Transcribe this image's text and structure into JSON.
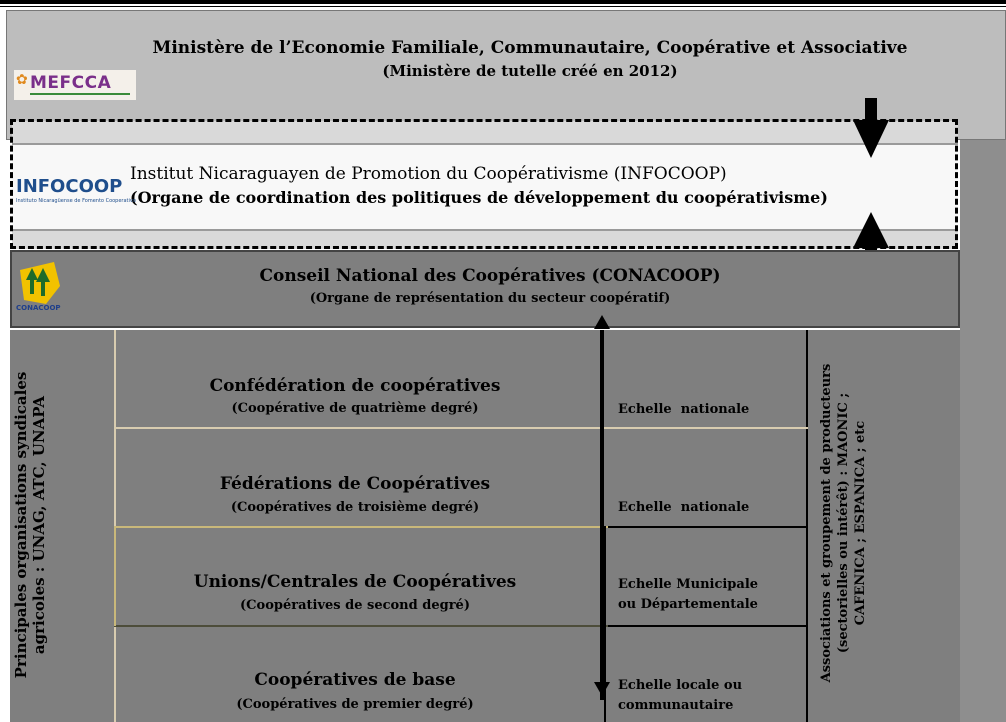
{
  "mefcca": {
    "title": "Ministère de l’Economie Familiale, Communautaire, Coopérative et Associative",
    "subtitle": "(Ministère de tutelle créé en 2012)",
    "logo_text": "MEFCCA"
  },
  "infocoop": {
    "title": "Institut Nicaraguayen de Promotion du Coopérativisme (INFOCOOP)",
    "subtitle": "(Organe de coordination des politiques de développement du coopérativisme)",
    "logo_text": "INFOCOOP",
    "logo_subtext": "Instituto Nicaragüense de Fomento Cooperativo"
  },
  "conacoop": {
    "title": "Conseil National des Coopératives (CONACOOP)",
    "subtitle": "(Organe de représentation du secteur coopératif)",
    "logo_text": "CONACOOP"
  },
  "left_side": {
    "line1": "Principales organisations syndicales",
    "line2": "agricoles  : UNAG, ATC, UNAPA"
  },
  "right_side": {
    "line1": "Associations et groupement de producteurs",
    "line2": "(sectorielles ou intérêt) : MAONIC ;",
    "line3": "CAFENICA ; ESPANICA ; etc"
  },
  "levels": [
    {
      "title": "Confédération de coopératives",
      "subtitle": "(Coopérative de quatrième degré)",
      "scale": "Echelle  nationale",
      "scale2": ""
    },
    {
      "title": "Fédérations de Coopératives",
      "subtitle": "(Coopératives de troisième degré)",
      "scale": "Echelle  nationale",
      "scale2": ""
    },
    {
      "title": "Unions/Centrales de Coopératives",
      "subtitle": "(Coopératives de second degré)",
      "scale": "Echelle Municipale",
      "scale2": "ou Départementale"
    },
    {
      "title": "Coopératives de base",
      "subtitle": "(Coopératives de premier degré)",
      "scale": "Echelle locale ou",
      "scale2": "communautaire"
    }
  ]
}
